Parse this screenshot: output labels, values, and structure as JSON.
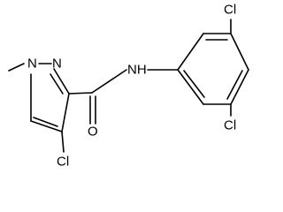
{
  "structure": {
    "atoms": {
      "n_methyl": "N",
      "n_ring2": "N",
      "amide_nh": "NH",
      "amide_o": "O",
      "cl_pyrazole": "Cl",
      "cl_top": "Cl",
      "cl_bottom": "Cl"
    },
    "colors": {
      "bond": "#000000",
      "label": "#000000",
      "background": "#ffffff"
    }
  }
}
